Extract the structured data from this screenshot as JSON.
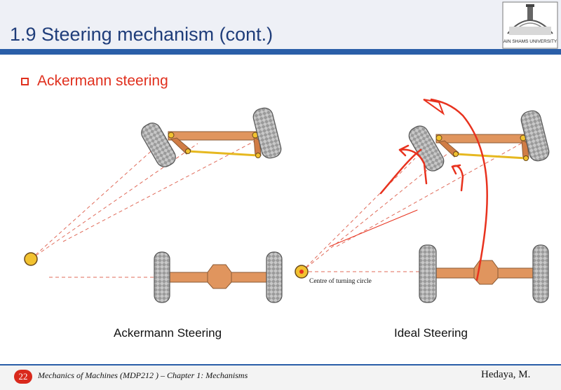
{
  "slide": {
    "title": "1.9 Steering mechanism (cont.)",
    "logo_text": "AIN SHAMS UNIVERSITY",
    "bullet": "Ackermann steering"
  },
  "diagram": {
    "left_caption": "Ackermann Steering",
    "right_caption": "Ideal Steering",
    "centre_label": "Centre of turning circle"
  },
  "footer": {
    "page": "22",
    "course": "Mechanics of Machines (MDP212 ) – Chapter 1: Mechanisms",
    "author": "Hedaya, M."
  },
  "colors": {
    "title_text": "#1f3d7a",
    "accent_blue": "#2a5ea8",
    "bullet_red": "#e0301e",
    "axle_orange": "#e0955e",
    "tire_gray": "#9a9a9a",
    "pivot_yellow": "#f2c230",
    "sketch_red": "#e8321e"
  }
}
